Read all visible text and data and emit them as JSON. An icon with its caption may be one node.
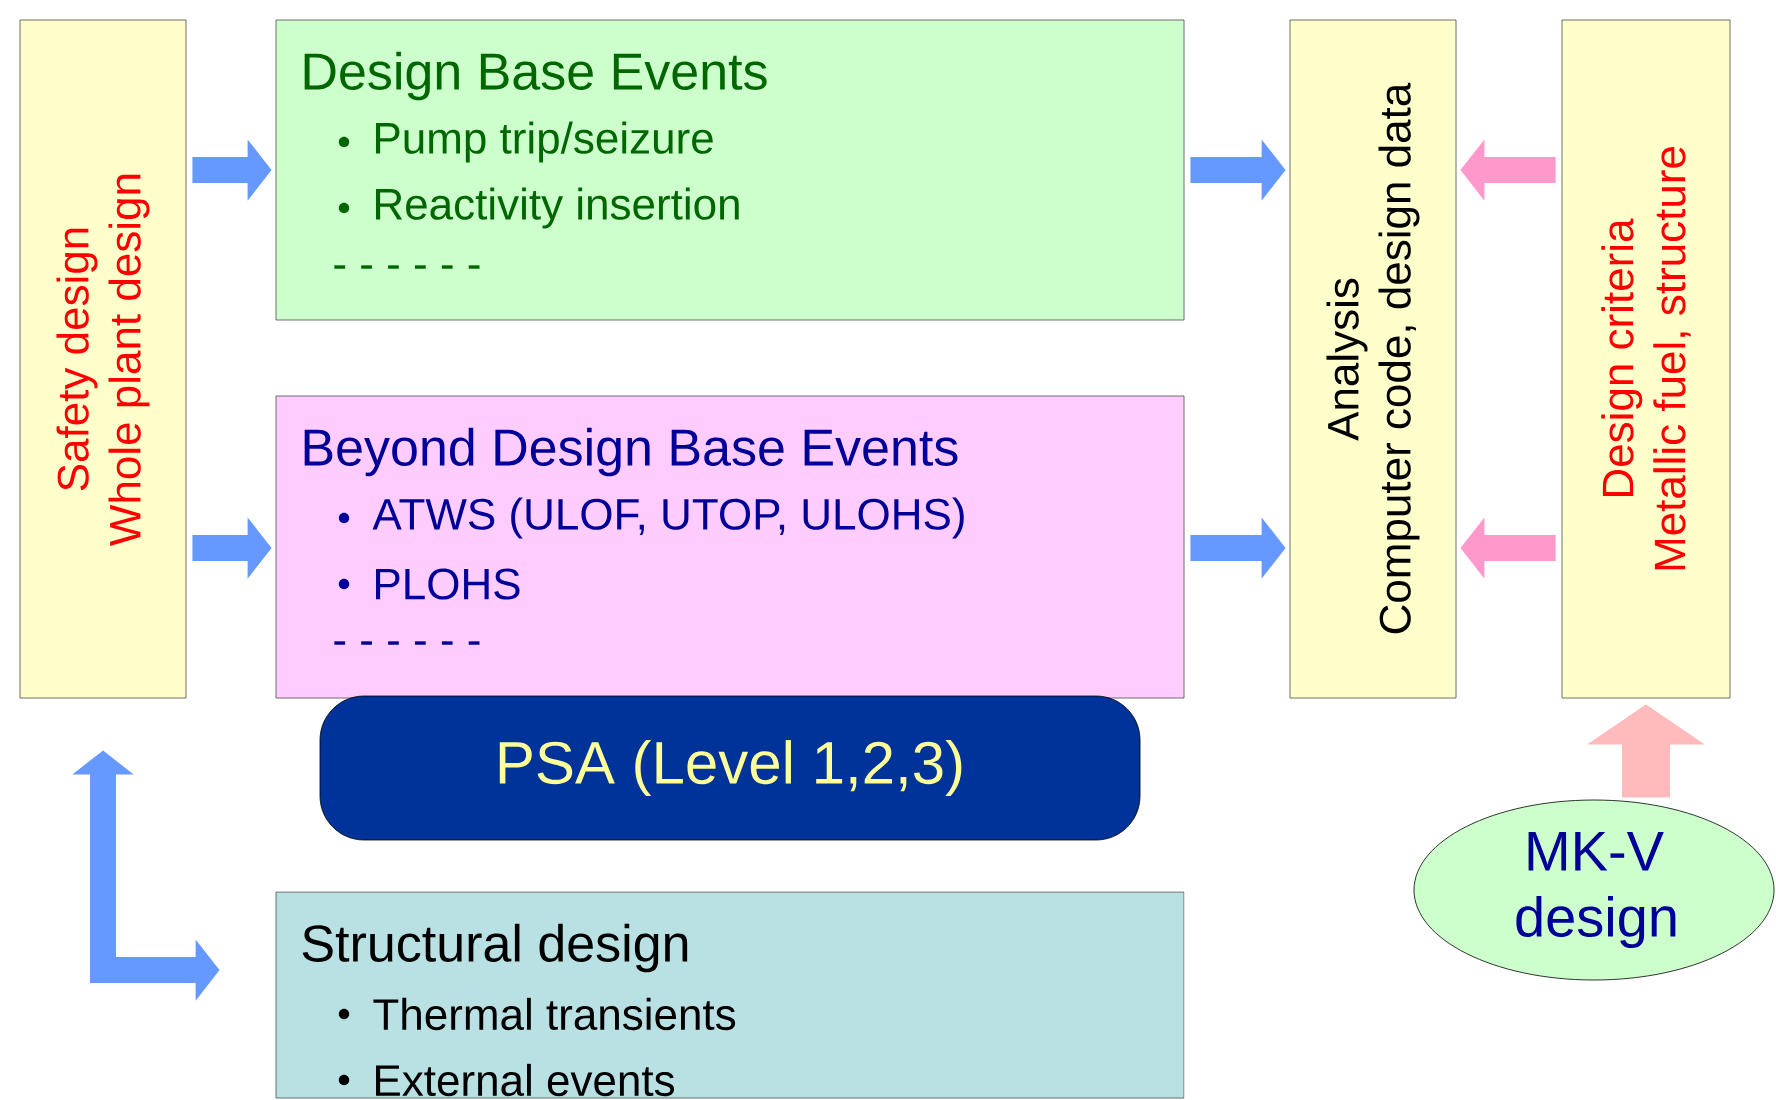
{
  "diagram": {
    "nodes": [
      {
        "text": [
          "Safety design",
          "Whole plant design"
        ]
      },
      {
        "text": [
          "Design Base Events",
          "Pump trip/seizure",
          "Reactivity insertion",
          "- - - - - -"
        ]
      },
      {
        "text": [
          "Beyond Design Base Events",
          "ATWS (ULOF, UTOP, ULOHS)",
          "PLOHS",
          "- - - - - -"
        ]
      },
      {
        "text": [
          "PSA (Level 1,2,3)"
        ]
      },
      {
        "text": [
          "Structural design",
          "Thermal transients",
          "External events"
        ]
      },
      {
        "text": [
          "Analysis",
          "Computer code, design data"
        ]
      },
      {
        "text": [
          "Design criteria",
          "Metallic fuel, structure"
        ]
      },
      {
        "text": [
          "MK-V design"
        ]
      }
    ],
    "edges": [
      {
        "from": 0,
        "to": 1,
        "arrow": "to"
      },
      {
        "from": 0,
        "to": 2,
        "arrow": "to"
      },
      {
        "from": 1,
        "to": 5,
        "arrow": "to"
      },
      {
        "from": 2,
        "to": 5,
        "arrow": "to"
      },
      {
        "from": 6,
        "to": 5,
        "arrow": "to",
        "color": "#ff99cc"
      },
      {
        "from": 6,
        "to": 5,
        "arrow": "to",
        "color": "#ff99cc"
      },
      {
        "from": 7,
        "to": 6,
        "arrow": "to",
        "style": "thick",
        "color": "#ffbbbb"
      },
      {
        "from": 0,
        "to": 4,
        "arrow": "both"
      }
    ]
  }
}
